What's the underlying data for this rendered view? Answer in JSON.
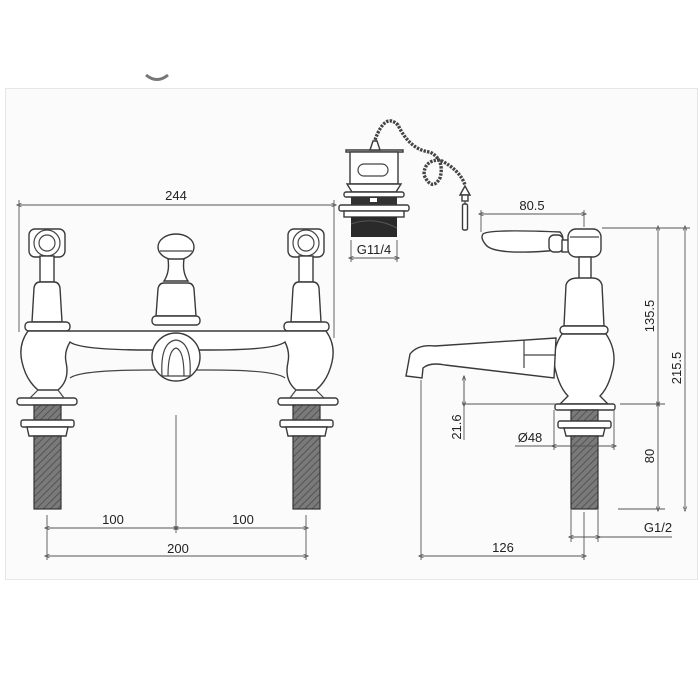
{
  "drawing": {
    "title": "Bridge basin mixer technical drawing",
    "views": [
      "front-view",
      "waste-fitting",
      "side-view"
    ]
  },
  "dimensions": {
    "overall_width": "244",
    "left_centre": "100",
    "right_centre": "100",
    "tap_centres": "200",
    "waste_thread": "G11/4",
    "lever_reach": "80.5",
    "body_height": "135.5",
    "total_height": "215.5",
    "spout_clearance": "21.6",
    "base_diameter": "Ø48",
    "shank_length": "80",
    "shank_thread": "G1/2",
    "spout_projection": "126"
  },
  "colors": {
    "line": "#444444",
    "hatch": "#6a6a6a",
    "panel": "#fbfbfb"
  }
}
